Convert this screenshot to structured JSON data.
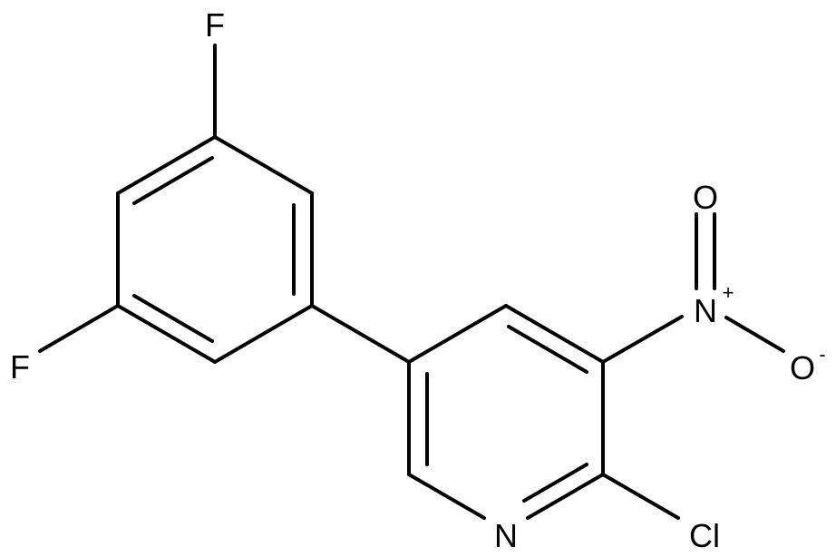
{
  "molecule": {
    "atoms": {
      "f_top": "F",
      "f_left": "F",
      "n_pyridine": "N",
      "cl": "Cl",
      "n_nitro": "N",
      "n_nitro_charge": "+",
      "o_top": "O",
      "o_right": "O",
      "o_right_charge": "-"
    }
  }
}
